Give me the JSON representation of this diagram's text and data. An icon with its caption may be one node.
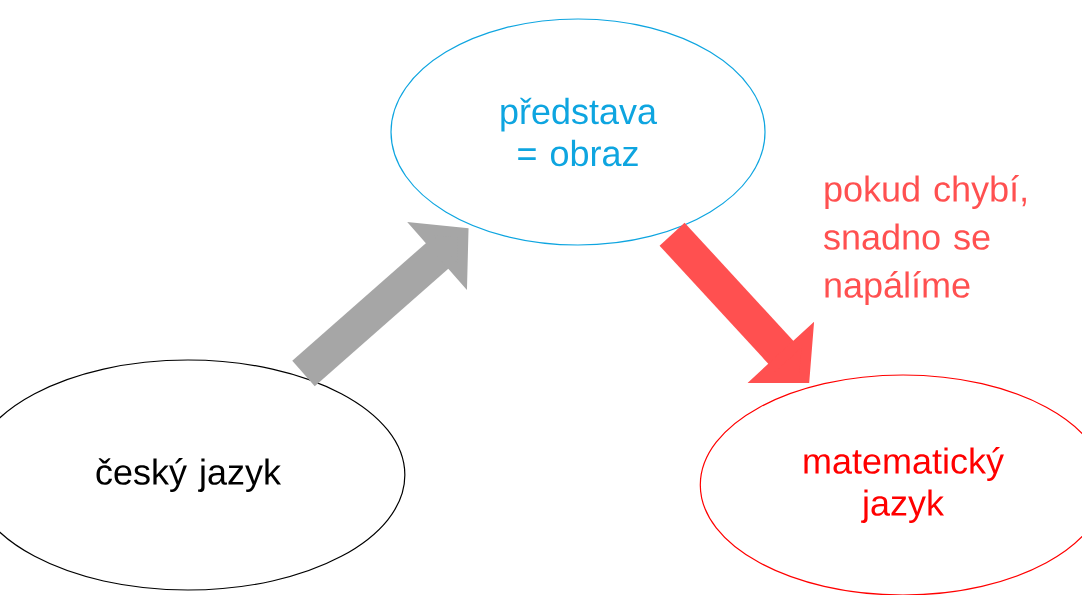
{
  "diagram": {
    "nodes": [
      {
        "text": [
          "představa = obraz"
        ]
      },
      {
        "text": [
          "český jazyk"
        ]
      },
      {
        "text": [
          "matematický jazyk"
        ]
      }
    ],
    "edges": [
      {
        "from": 1,
        "to": 0,
        "arrow": "to",
        "color": "#a6a6a6"
      },
      {
        "from": 0,
        "to": 2,
        "arrow": "to",
        "color": "#ff5050",
        "label": "pokud chybí, snadno se napálíme"
      }
    ]
  }
}
